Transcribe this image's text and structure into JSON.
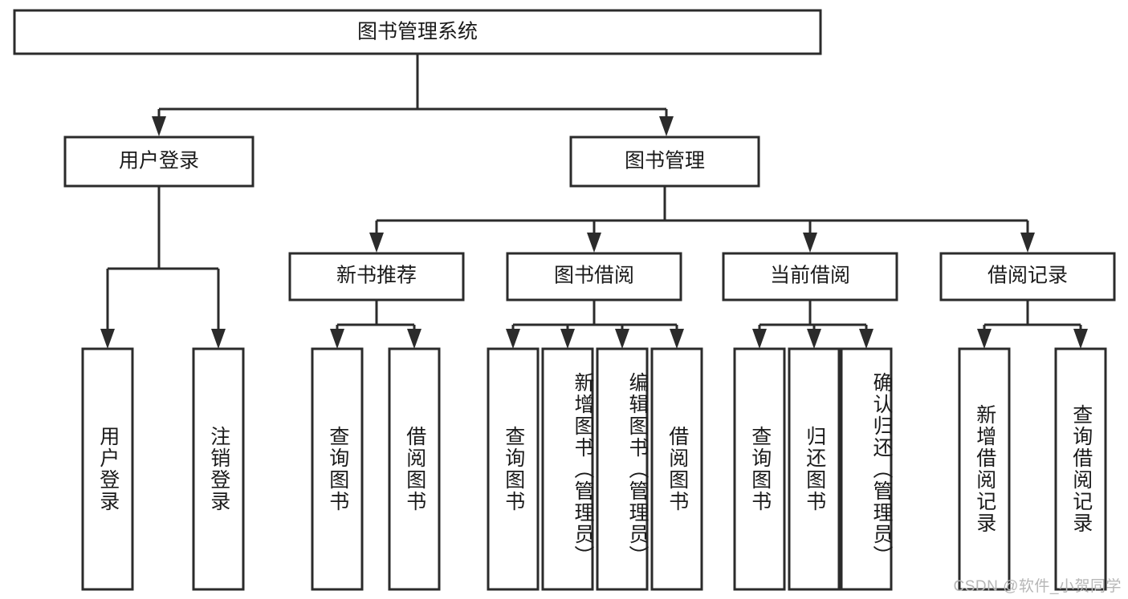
{
  "diagram": {
    "title": "图书管理系统",
    "type": "hierarchy-tree",
    "watermark": "CSDN @软件_小贺同学",
    "colors": {
      "stroke": "#2b2b2b",
      "fill": "#ffffff",
      "text": "#1a1a1a",
      "watermark": "#b7b7b7"
    },
    "root": {
      "label": "图书管理系统"
    },
    "level2": [
      {
        "label": "用户登录"
      },
      {
        "label": "图书管理"
      }
    ],
    "level3": [
      {
        "label": "新书推荐"
      },
      {
        "label": "图书借阅"
      },
      {
        "label": "当前借阅"
      },
      {
        "label": "借阅记录"
      }
    ],
    "leaves": {
      "user_login": [
        {
          "label": "用户登录"
        },
        {
          "label": "注销登录"
        }
      ],
      "new_book_recommend": [
        {
          "label": "查询图书"
        },
        {
          "label": "借阅图书"
        }
      ],
      "book_borrow": [
        {
          "label": "查询图书"
        },
        {
          "label": "新增图书（管理员）"
        },
        {
          "label": "编辑图书（管理员）"
        },
        {
          "label": "借阅图书"
        }
      ],
      "current_borrow": [
        {
          "label": "查询图书"
        },
        {
          "label": "归还图书"
        },
        {
          "label": "确认归还（管理员）"
        }
      ],
      "borrow_record": [
        {
          "label": "新增借阅记录"
        },
        {
          "label": "查询借阅记录"
        }
      ]
    }
  }
}
